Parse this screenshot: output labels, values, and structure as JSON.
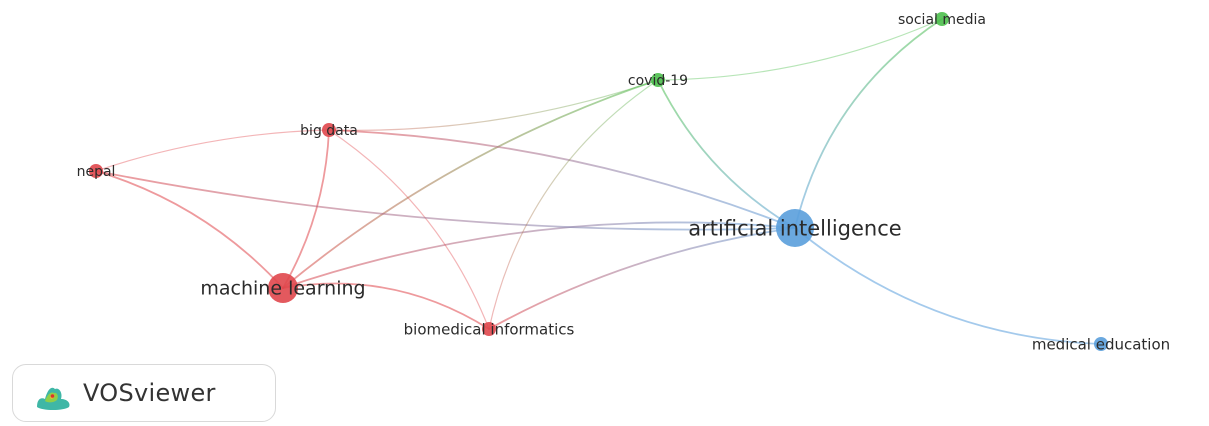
{
  "network": {
    "nodes": [
      {
        "id": "artificial-intelligence",
        "label": "artificial intelligence",
        "cluster": "blue"
      },
      {
        "id": "machine-learning",
        "label": "machine learning",
        "cluster": "red"
      },
      {
        "id": "big-data",
        "label": "big data",
        "cluster": "red"
      },
      {
        "id": "nepal",
        "label": "nepal",
        "cluster": "red"
      },
      {
        "id": "biomedical-informatics",
        "label": "biomedical informatics",
        "cluster": "red"
      },
      {
        "id": "covid-19",
        "label": "covid-19",
        "cluster": "green"
      },
      {
        "id": "social-media",
        "label": "social media",
        "cluster": "green"
      },
      {
        "id": "medical-education",
        "label": "medical education",
        "cluster": "blue"
      }
    ],
    "links": [
      [
        "machine-learning",
        "big-data"
      ],
      [
        "machine-learning",
        "nepal"
      ],
      [
        "machine-learning",
        "biomedical-informatics"
      ],
      [
        "machine-learning",
        "covid-19"
      ],
      [
        "machine-learning",
        "artificial-intelligence"
      ],
      [
        "big-data",
        "nepal"
      ],
      [
        "big-data",
        "biomedical-informatics"
      ],
      [
        "big-data",
        "artificial-intelligence"
      ],
      [
        "big-data",
        "covid-19"
      ],
      [
        "nepal",
        "artificial-intelligence"
      ],
      [
        "biomedical-informatics",
        "artificial-intelligence"
      ],
      [
        "biomedical-informatics",
        "covid-19"
      ],
      [
        "covid-19",
        "artificial-intelligence"
      ],
      [
        "covid-19",
        "social-media"
      ],
      [
        "social-media",
        "artificial-intelligence"
      ],
      [
        "artificial-intelligence",
        "medical-education"
      ]
    ]
  },
  "colors": {
    "red": "#e0474c",
    "green": "#4cbf4c",
    "blue": "#5a9fdc"
  },
  "logo": {
    "text": "VOSviewer",
    "icon": "vosviewer-logo-icon"
  }
}
